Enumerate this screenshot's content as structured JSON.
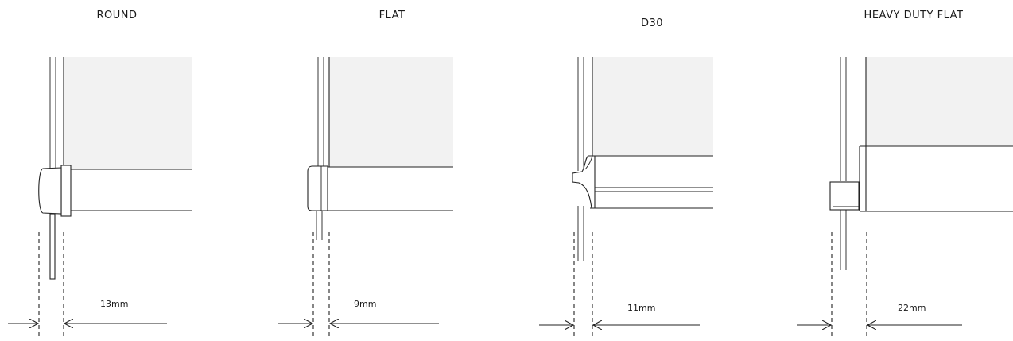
{
  "colors": {
    "line": "#222222",
    "fabric": "#f2f2f2",
    "background": "#ffffff"
  },
  "panels": [
    {
      "id": "round",
      "title": "ROUND",
      "dimension": "13mm"
    },
    {
      "id": "flat",
      "title": "FLAT",
      "dimension": "9mm"
    },
    {
      "id": "d30",
      "title": "D30",
      "dimension": "11mm"
    },
    {
      "id": "heavy-duty-flat",
      "title": "HEAVY DUTY FLAT",
      "dimension": "22mm"
    }
  ]
}
